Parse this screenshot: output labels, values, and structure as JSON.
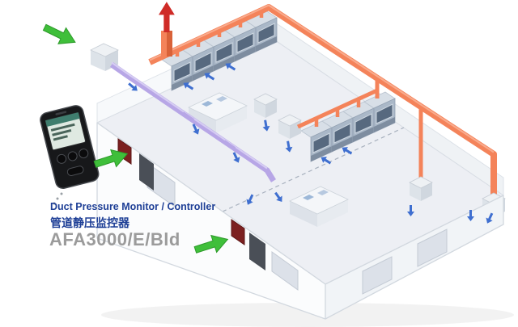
{
  "product": {
    "title_en": "Duct Pressure Monitor / Controller",
    "title_zh": "管道静压监控器",
    "model": "AFA3000/E/Bld"
  },
  "scene": {
    "icons": {
      "exhaust_fan": "red-up-arrow-icon",
      "supply_inlet": "green-arrow-icon",
      "controller_pointers": "green-arrow-icon",
      "airflow": "blue-arrow-icon"
    }
  },
  "colors": {
    "background": "#ffffff",
    "floor": "#edeff4",
    "wall_white": "#fbfcfd",
    "title_blue": "#1e3f96",
    "model_gray": "#9b9b9b",
    "exhaust_duct": "#f4835a",
    "exhaust_duct_dark": "#d96239",
    "supply_duct": "#b7a6e6",
    "green_arrow": "#3fbf3a",
    "green_arrow_dark": "#2e9a2b",
    "red_arrow": "#cf2b27",
    "blue_arrow": "#3f6fd0",
    "controller_panel": "#7c2020",
    "door_dark": "#4a4f57"
  }
}
